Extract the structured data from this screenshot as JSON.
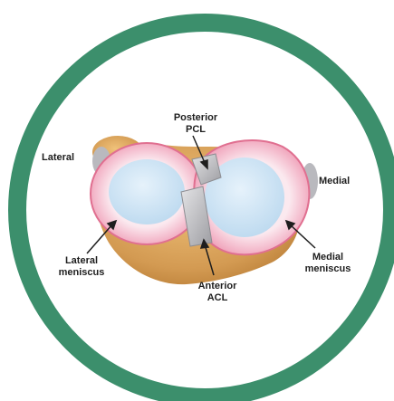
{
  "colors": {
    "ring": "#3c8f6c",
    "meniscus_pink": "#e98aa6",
    "meniscus_light": "#f7dbe4",
    "cartilage_blue": "#cfe6f7",
    "bone": "#d8a35c",
    "ligament": "#c9c9cc"
  },
  "labels": {
    "lateral": "Lateral",
    "medial": "Medial",
    "posterior_line1": "Posterior",
    "posterior_line2": "PCL",
    "lateral_meniscus_line1": "Lateral",
    "lateral_meniscus_line2": "meniscus",
    "medial_meniscus_line1": "Medial",
    "medial_meniscus_line2": "meniscus",
    "anterior_line1": "Anterior",
    "anterior_line2": "ACL"
  }
}
